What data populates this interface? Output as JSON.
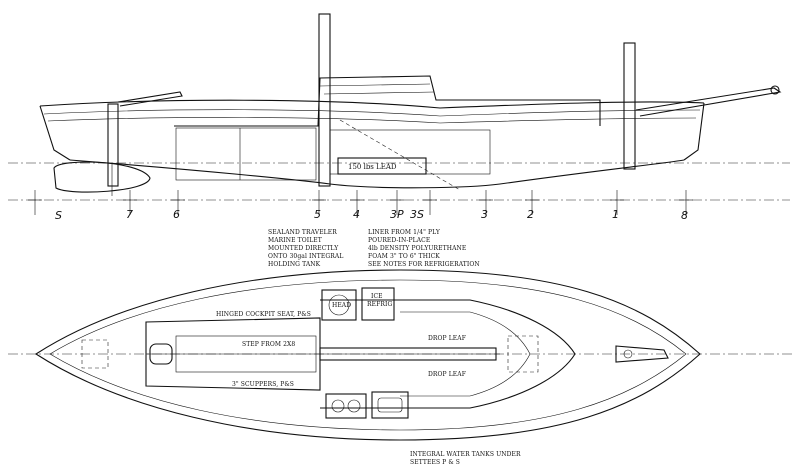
{
  "profile": {
    "lead_label": "150 lbs LEAD",
    "stations": [
      "S",
      "7",
      "6",
      "5",
      "4",
      "3P",
      "3S",
      "3",
      "2",
      "1",
      "8"
    ]
  },
  "notes": {
    "traveler": [
      "SEALAND TRAVELER",
      "MARINE TOILET",
      "MOUNTED DIRECTLY",
      "ONTO 30gal INTEGRAL",
      "HOLDING TANK"
    ],
    "liner": [
      "LINER FROM 1/4\" PLY",
      "POURED-IN-PLACE",
      "4lb DENSITY POLYURETHANE",
      "FOAM 3\" TO 6\" THICK",
      "SEE NOTES FOR REFRIGERATION"
    ],
    "water_tanks": [
      "INTEGRAL WATER TANKS UNDER",
      "SETTEES P & S"
    ]
  },
  "plan": {
    "head": "HEAD",
    "ice_refrig": [
      "ICE",
      "REFRIG"
    ],
    "cockpit_seat": "HINGED COCKPIT SEAT, P&S",
    "step": "STEP FROM 2X8",
    "scuppers": "3\" SCUPPERS, P&S",
    "drop_leaf_1": "DROP LEAF",
    "drop_leaf_2": "DROP LEAF"
  }
}
